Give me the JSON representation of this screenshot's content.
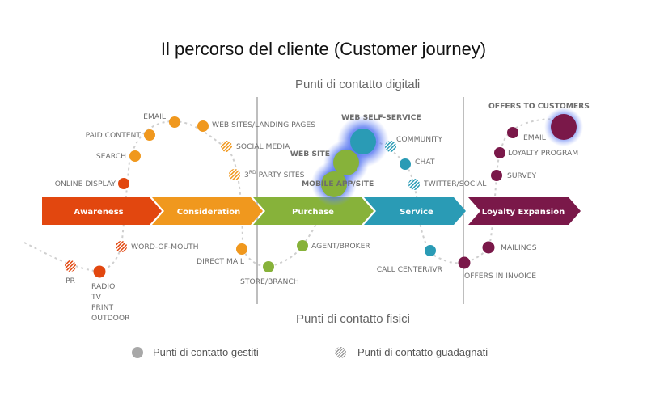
{
  "title": "Il percorso del cliente (Customer journey)",
  "digital_label": "Punti di contatto digitali",
  "physical_label": "Punti di contatto fisici",
  "colors": {
    "awareness": "#e2470f",
    "consideration": "#f0981e",
    "purchase": "#87b23a",
    "service": "#2a9bb5",
    "loyalty": "#7a1849",
    "glow": "#5b7ff0"
  },
  "stages": [
    {
      "label": "Awareness",
      "color": "#e2470f"
    },
    {
      "label": "Consideration",
      "color": "#f0981e"
    },
    {
      "label": "Purchase",
      "color": "#87b23a"
    },
    {
      "label": "Service",
      "color": "#2a9bb5"
    },
    {
      "label": "Loyalty Expansion",
      "color": "#7a1849"
    }
  ],
  "touchpoints": {
    "online_display": "ONLINE DISPLAY",
    "search": "SEARCH",
    "paid_content": "PAID CONTENT",
    "email": "EMAIL",
    "web_sites": "WEB SITES/LANDING PAGES",
    "social_media": "SOCIAL MEDIA",
    "third_party_num": "3",
    "third_party_sup": "RD",
    "third_party_rest": " PARTY SITES",
    "web_self_service": "WEB SELF-SERVICE",
    "web_site": "WEB SITE",
    "mobile_app": "MOBILE APP/SITE",
    "community": "COMMUNITY",
    "chat": "CHAT",
    "twitter_social": "TWITTER/SOCIAL",
    "offers_to_customers": "OFFERS TO CUSTOMERS",
    "loyalty_email": "EMAIL",
    "loyalty_program": "LOYALTY PROGRAM",
    "survey": "SURVEY",
    "pr": "PR",
    "radio": "RADIO",
    "tv": "TV",
    "print": "PRINT",
    "outdoor": "OUTDOOR",
    "word_of_mouth": "WORD-OF-MOUTH",
    "direct_mail": "DIRECT MAIL",
    "store_branch": "STORE/BRANCH",
    "agent_broker": "AGENT/BROKER",
    "call_center": "CALL CENTER/IVR",
    "offers_in_invoice": "OFFERS IN INVOICE",
    "mailings": "MAILINGS"
  },
  "legend": {
    "managed": "Punti di contatto gestiti",
    "earned": "Punti di contatto guadagnati"
  }
}
